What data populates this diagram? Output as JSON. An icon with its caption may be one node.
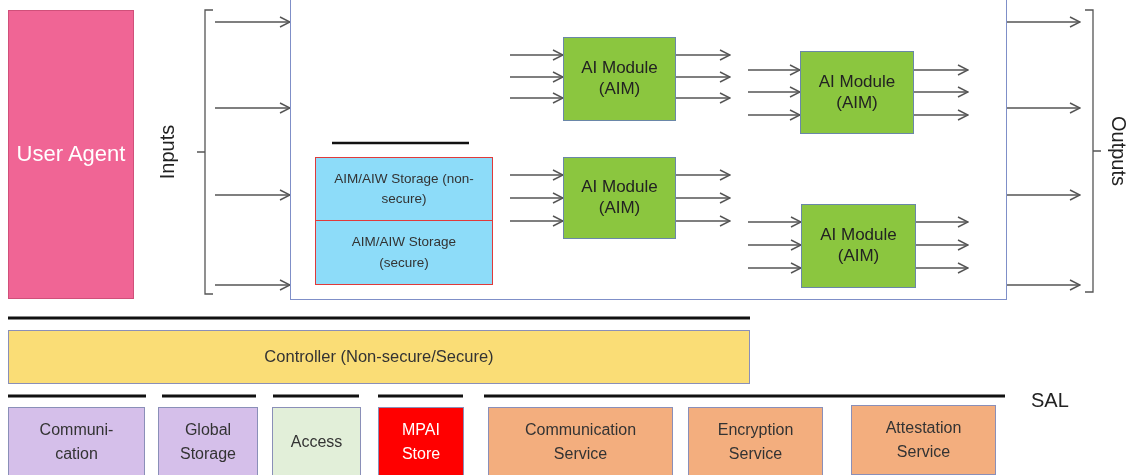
{
  "diagram": {
    "nodes": [
      {
        "text": [
          "User Agent"
        ]
      },
      {
        "text": [],
        "shape": "box"
      },
      {
        "text": [
          "AIM/AIW Storage (non-secure)"
        ],
        "in": 1
      },
      {
        "text": [
          "AIM/AIW Storage (secure)"
        ],
        "in": 1
      },
      {
        "text": [
          "AI Module (AIM)"
        ],
        "in": 1
      },
      {
        "text": [
          "AI Module (AIM)"
        ],
        "in": 1
      },
      {
        "text": [
          "AI Module (AIM)"
        ],
        "in": 1
      },
      {
        "text": [
          "AI Module (AIM)"
        ],
        "in": 1
      },
      {
        "text": [
          "Controller (Non-secure/Secure)"
        ]
      },
      {
        "text": [
          "Communi- cation"
        ]
      },
      {
        "text": [
          "Global Storage"
        ]
      },
      {
        "text": [
          "Access"
        ]
      },
      {
        "text": [
          "MPAI Store"
        ]
      },
      {
        "text": [
          "Communication Service"
        ]
      },
      {
        "text": [
          "Encryption Service"
        ]
      },
      {
        "text": [
          "Attestation Service"
        ]
      },
      {
        "text": [
          "Inputs"
        ]
      },
      {
        "text": [
          "Outputs"
        ]
      }
    ],
    "edges": [
      {
        "from": 16,
        "to": 1,
        "arrow": "to"
      },
      {
        "from": 16,
        "to": 1,
        "arrow": "to"
      },
      {
        "from": 16,
        "to": 1,
        "arrow": "to"
      },
      {
        "from": 16,
        "to": 1,
        "arrow": "to"
      },
      {
        "from": 1,
        "to": 17,
        "arrow": "to"
      },
      {
        "from": 1,
        "to": 17,
        "arrow": "to"
      },
      {
        "from": 1,
        "to": 17,
        "arrow": "to"
      },
      {
        "from": 1,
        "to": 17,
        "arrow": "to"
      },
      {
        "from": null,
        "to": 4,
        "arrow": "to"
      },
      {
        "from": null,
        "to": 4,
        "arrow": "to"
      },
      {
        "from": null,
        "to": 4,
        "arrow": "to"
      },
      {
        "from": 4,
        "to": null,
        "arrow": "to"
      },
      {
        "from": 4,
        "to": null,
        "arrow": "to"
      },
      {
        "from": 4,
        "to": null,
        "arrow": "to"
      },
      {
        "from": null,
        "to": 5,
        "arrow": "to"
      },
      {
        "from": null,
        "to": 5,
        "arrow": "to"
      },
      {
        "from": null,
        "to": 5,
        "arrow": "to"
      },
      {
        "from": 5,
        "to": null,
        "arrow": "to"
      },
      {
        "from": 5,
        "to": null,
        "arrow": "to"
      },
      {
        "from": 5,
        "to": null,
        "arrow": "to"
      },
      {
        "from": null,
        "to": 6,
        "arrow": "to"
      },
      {
        "from": null,
        "to": 6,
        "arrow": "to"
      },
      {
        "from": null,
        "to": 6,
        "arrow": "to"
      },
      {
        "from": 6,
        "to": null,
        "arrow": "to"
      },
      {
        "from": 6,
        "to": null,
        "arrow": "to"
      },
      {
        "from": 6,
        "to": null,
        "arrow": "to"
      },
      {
        "from": null,
        "to": 7,
        "arrow": "to"
      },
      {
        "from": null,
        "to": 7,
        "arrow": "to"
      },
      {
        "from": null,
        "to": 7,
        "arrow": "to"
      },
      {
        "from": 7,
        "to": null,
        "arrow": "to"
      },
      {
        "from": 7,
        "to": null,
        "arrow": "to"
      },
      {
        "from": 7,
        "to": null,
        "arrow": "to"
      }
    ],
    "labels": [
      "SAL"
    ]
  }
}
